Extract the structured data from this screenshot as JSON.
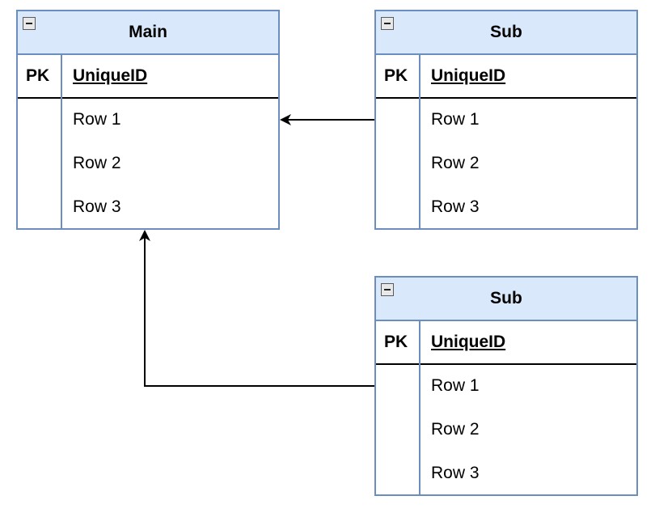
{
  "tables": {
    "main": {
      "title": "Main",
      "pk_label": "PK",
      "pk_field": "UniqueID",
      "rows": [
        "Row 1",
        "Row 2",
        "Row 3"
      ]
    },
    "sub_top": {
      "title": "Sub",
      "pk_label": "PK",
      "pk_field": "UniqueID",
      "rows": [
        "Row 1",
        "Row 2",
        "Row 3"
      ]
    },
    "sub_bottom": {
      "title": "Sub",
      "pk_label": "PK",
      "pk_field": "UniqueID",
      "rows": [
        "Row 1",
        "Row 2",
        "Row 3"
      ]
    }
  },
  "connections": [
    {
      "from": "sub_top.Row 1",
      "to": "main.Row 1"
    },
    {
      "from": "sub_bottom.Row 1",
      "to": "main"
    }
  ],
  "colors": {
    "header_fill": "#dae8fc",
    "border": "#6c8ebf",
    "connector": "#000000"
  }
}
